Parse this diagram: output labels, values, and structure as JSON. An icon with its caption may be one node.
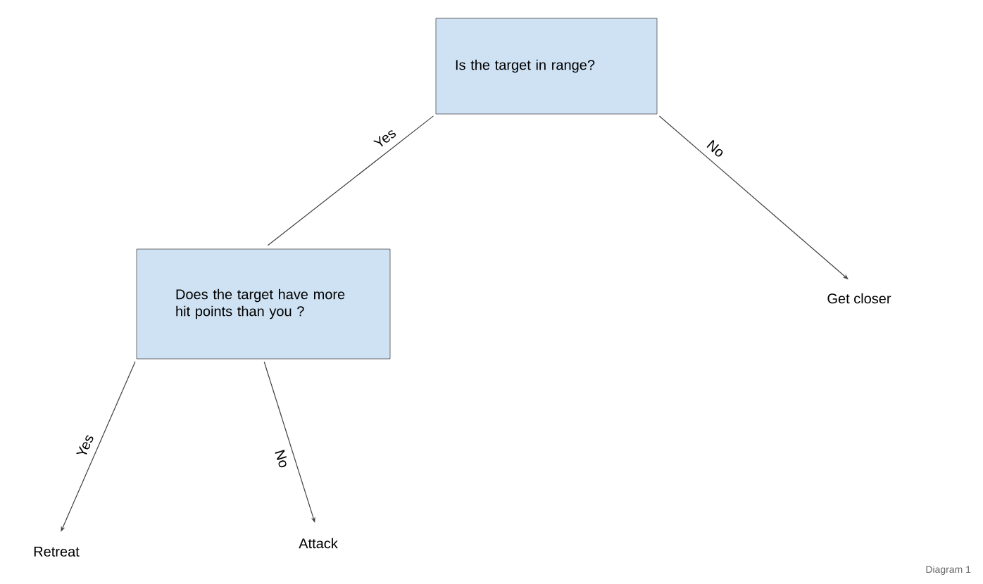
{
  "diagram": {
    "nodes": [
      {
        "text": [
          "Is the target in range?"
        ]
      },
      {
        "text": [
          "Does the target have more hit points than you ?"
        ]
      },
      {
        "text": [
          "Get closer"
        ]
      },
      {
        "text": [
          "Retreat"
        ]
      },
      {
        "text": [
          "Attack"
        ]
      }
    ],
    "edges": [
      {
        "from": 0,
        "to": 1,
        "arrow": "none",
        "label": "Yes"
      },
      {
        "from": 0,
        "to": 2,
        "arrow": "to",
        "label": "No"
      },
      {
        "from": 1,
        "to": 3,
        "arrow": "to",
        "label": "Yes"
      },
      {
        "from": 1,
        "to": 4,
        "arrow": "to",
        "label": "No"
      }
    ],
    "labels": [
      "Diagram 1"
    ]
  }
}
